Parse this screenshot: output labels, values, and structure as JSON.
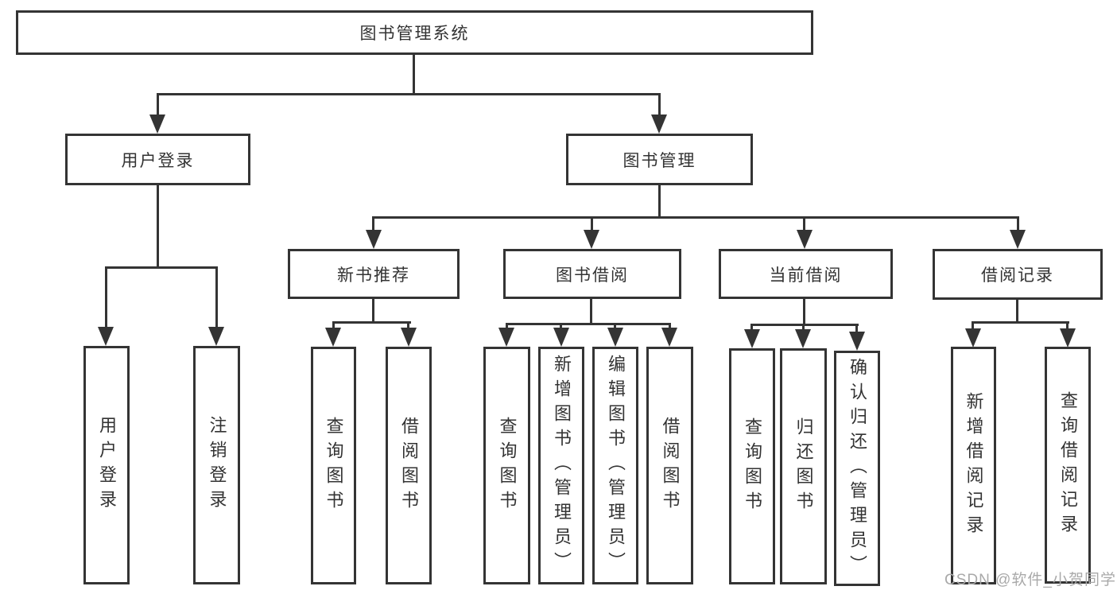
{
  "diagram": {
    "type": "hierarchy-flowchart",
    "tree": {
      "root": {
        "label": "图书管理系统",
        "children": [
          {
            "label": "用户登录",
            "children": [
              {
                "label": "用户登录"
              },
              {
                "label": "注销登录"
              }
            ]
          },
          {
            "label": "图书管理",
            "children": [
              {
                "label": "新书推荐",
                "children": [
                  {
                    "label": "查询图书"
                  },
                  {
                    "label": "借阅图书"
                  }
                ]
              },
              {
                "label": "图书借阅",
                "children": [
                  {
                    "label": "查询图书"
                  },
                  {
                    "label": "新增图书（管理员）"
                  },
                  {
                    "label": "编辑图书（管理员）"
                  },
                  {
                    "label": "借阅图书"
                  }
                ]
              },
              {
                "label": "当前借阅",
                "children": [
                  {
                    "label": "查询图书"
                  },
                  {
                    "label": "归还图书"
                  },
                  {
                    "label": "确认归还（管理员）"
                  }
                ]
              },
              {
                "label": "借阅记录",
                "children": [
                  {
                    "label": "新增借阅记录"
                  },
                  {
                    "label": "查询借阅记录"
                  }
                ]
              }
            ]
          }
        ]
      }
    },
    "colors": {
      "line": "#343434",
      "text": "#333333",
      "background": "#ffffff",
      "watermark": "#a9a9a9"
    }
  },
  "watermark": {
    "text": "CSDN @软件_小贺同学"
  }
}
